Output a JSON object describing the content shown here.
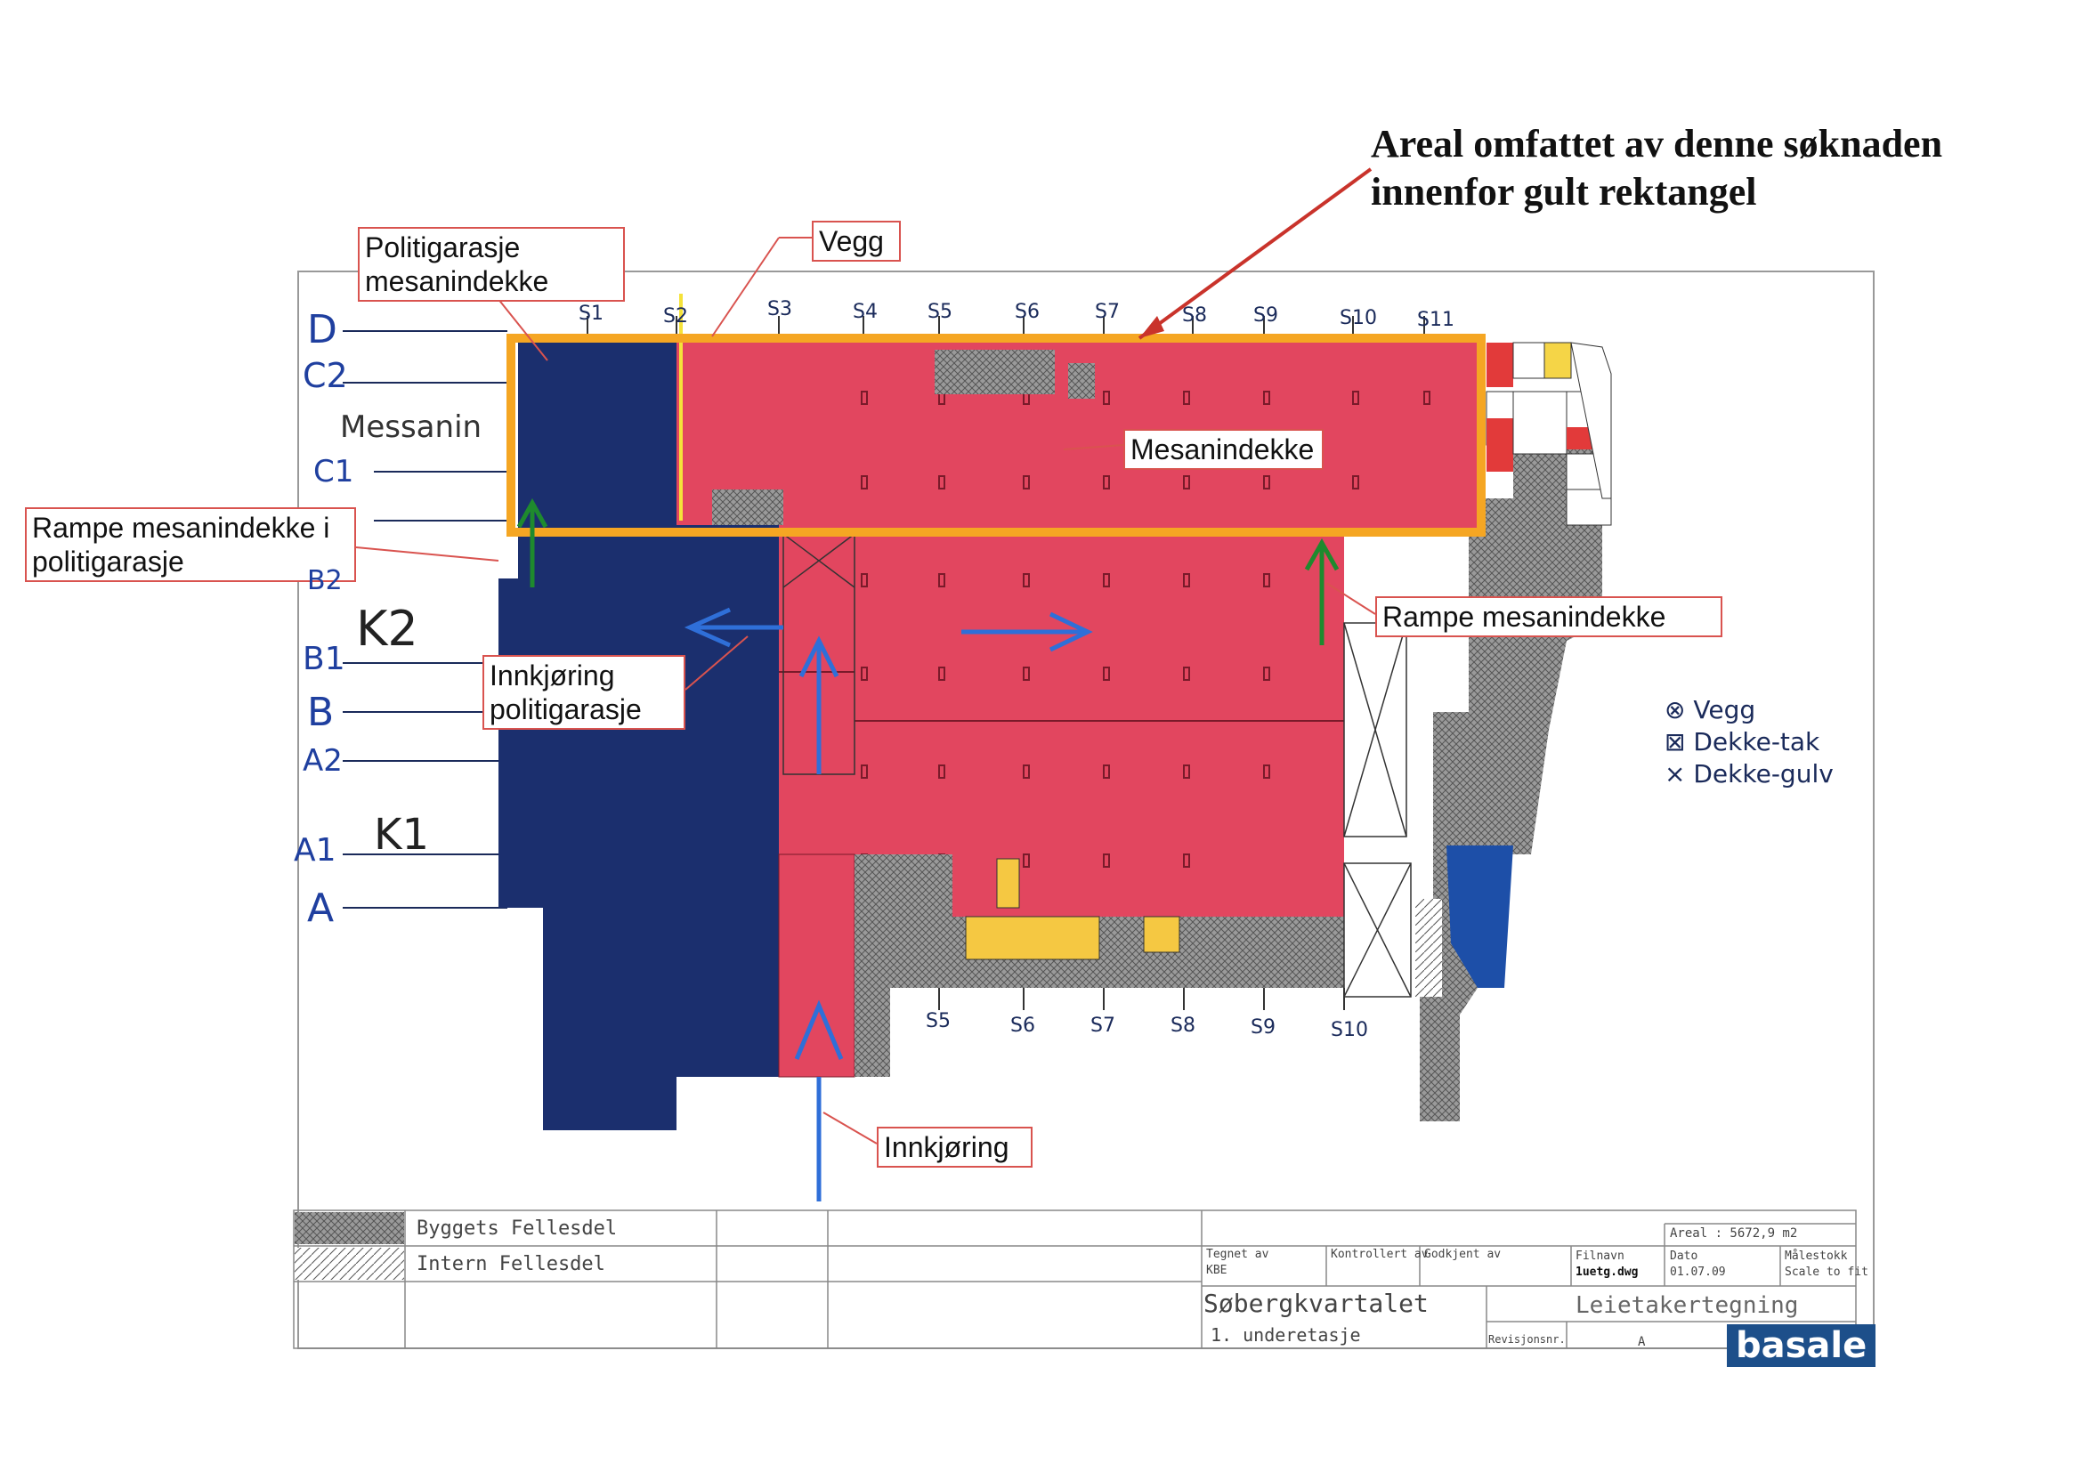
{
  "heading": {
    "line1": "Areal omfattet av denne søknaden",
    "line2": "innenfor gult rektangel"
  },
  "callouts": {
    "politigarasje_mesanin_1": "Politigarasje",
    "politigarasje_mesanin_2": "mesanindekke",
    "vegg": "Vegg",
    "mesanindekke": "Mesanindekke",
    "rampe_politi_1": "Rampe mesanindekke i",
    "rampe_politi_2": "politigarasje",
    "rampe_mesanin": "Rampe mesanindekke",
    "innkjoring_politi_1": "Innkjøring",
    "innkjoring_politi_2": "politigarasje",
    "innkjoring": "Innkjøring"
  },
  "row_labels": [
    "D",
    "C2",
    "Messanin",
    "C1",
    "B2",
    "K2",
    "B1",
    "B",
    "A2",
    "K1",
    "A1",
    "A"
  ],
  "column_labels_top": [
    "S1",
    "S2",
    "S3",
    "S4",
    "S5",
    "S6",
    "S7",
    "S8",
    "S9",
    "S10",
    "S11"
  ],
  "column_labels_bottom": [
    "S5",
    "S6",
    "S7",
    "S8",
    "S9",
    "S10"
  ],
  "legend": [
    {
      "symbol": "⊗",
      "label": "Vegg"
    },
    {
      "symbol": "⊠",
      "label": "Dekke-tak"
    },
    {
      "symbol": "×",
      "label": "Dekke-gulv"
    }
  ],
  "title_block": {
    "legend_rows": [
      "Byggets Fellesdel",
      "Intern Fellesdel"
    ],
    "tegnet_av_label": "Tegnet av",
    "tegnet_av_value": "KBE",
    "kontrollert_av": "Kontrollert av",
    "godkjent_av": "Godkjent av",
    "filnavn_label": "Filnavn",
    "filnavn_value": "1uetg.dwg",
    "dato_label": "Dato",
    "dato_value": "01.07.09",
    "malestokk_label": "Målestokk",
    "malestokk_value": "Scale to fit",
    "areal": "Areal : 5672,9 m2",
    "project": "Søbergkvartalet",
    "floor": "1. underetasje",
    "drawing_type": "Leietakertegning",
    "revisjon_label": "Revisjonsnr.",
    "revisjon_value": "A",
    "brand": "basale"
  },
  "colors": {
    "police_blue": "#1b2f6e",
    "tenant_red": "#e2465f",
    "highlight_orange": "#f5a623",
    "arrow_blue": "#2f6fd8",
    "arrow_green": "#1e8a2e",
    "callout_red": "#d9534f",
    "shared_grey": "#8a8a8a"
  }
}
